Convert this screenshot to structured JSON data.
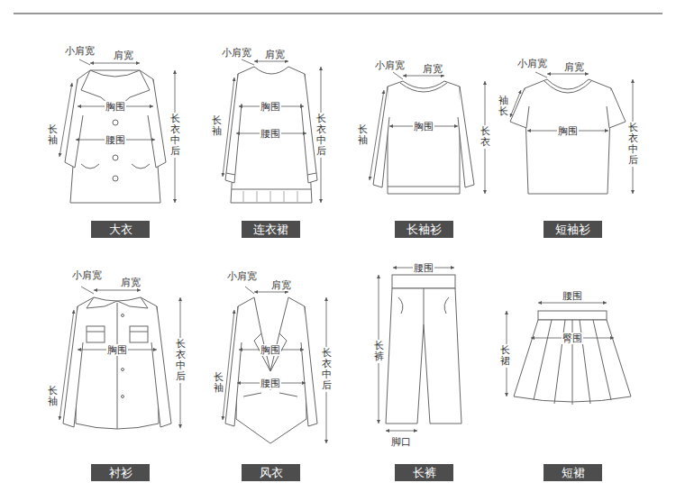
{
  "diagram": {
    "nodes": [
      {
        "text": [
          "大衣"
        ]
      },
      {
        "text": [
          "连衣裙"
        ]
      },
      {
        "text": [
          "长袖衫"
        ]
      },
      {
        "text": [
          "短袖衫"
        ]
      },
      {
        "text": [
          "衬衫"
        ]
      },
      {
        "text": [
          "风衣"
        ]
      },
      {
        "text": [
          "长裤"
        ]
      },
      {
        "text": [
          "短裙"
        ]
      }
    ],
    "labels": [
      "小肩宽",
      "肩宽",
      "胸围",
      "腰围",
      "长袖",
      "长衣中后",
      "小肩宽",
      "肩宽",
      "胸围",
      "腰围",
      "长袖",
      "长衣中后",
      "小肩宽",
      "肩宽",
      "胸围",
      "长袖",
      "长衣",
      "小肩宽",
      "肩宽",
      "胸围",
      "袖长",
      "长衣中后",
      "小肩宽",
      "肩宽",
      "胸围",
      "长袖",
      "长衣中后",
      "小肩宽",
      "肩宽",
      "胸围",
      "腰围",
      "长袖",
      "长衣中后",
      "腰围",
      "长裤",
      "脚口",
      "腰围",
      "臀围",
      "长裙"
    ]
  }
}
